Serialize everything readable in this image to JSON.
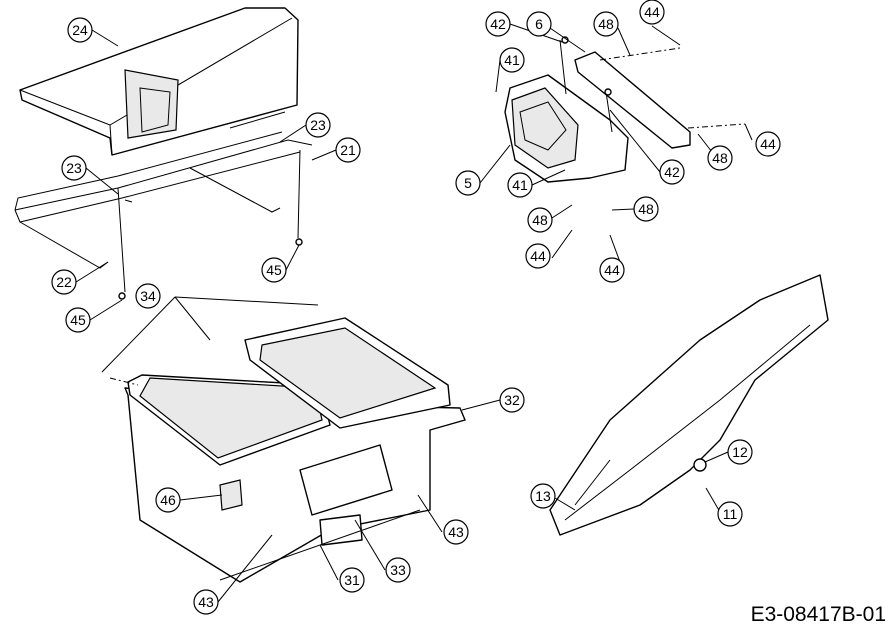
{
  "drawing_code": "E3-08417B-01",
  "callout_labels": {
    "c24": "24",
    "c23a": "23",
    "c21": "21",
    "c23b": "23",
    "c22": "22",
    "c45a": "45",
    "c45b": "45",
    "c42a": "42",
    "c6": "6",
    "c48a": "48",
    "c44a": "44",
    "c41a": "41",
    "c5": "5",
    "c41b": "41",
    "c42b": "42",
    "c48b": "48",
    "c44b": "44",
    "c48c": "48",
    "c48d": "48",
    "c44c": "44",
    "c44d": "44",
    "c34": "34",
    "c32": "32",
    "c46": "46",
    "c43a": "43",
    "c33": "33",
    "c31": "31",
    "c43b": "43",
    "c12": "12",
    "c13": "13",
    "c11": "11"
  }
}
